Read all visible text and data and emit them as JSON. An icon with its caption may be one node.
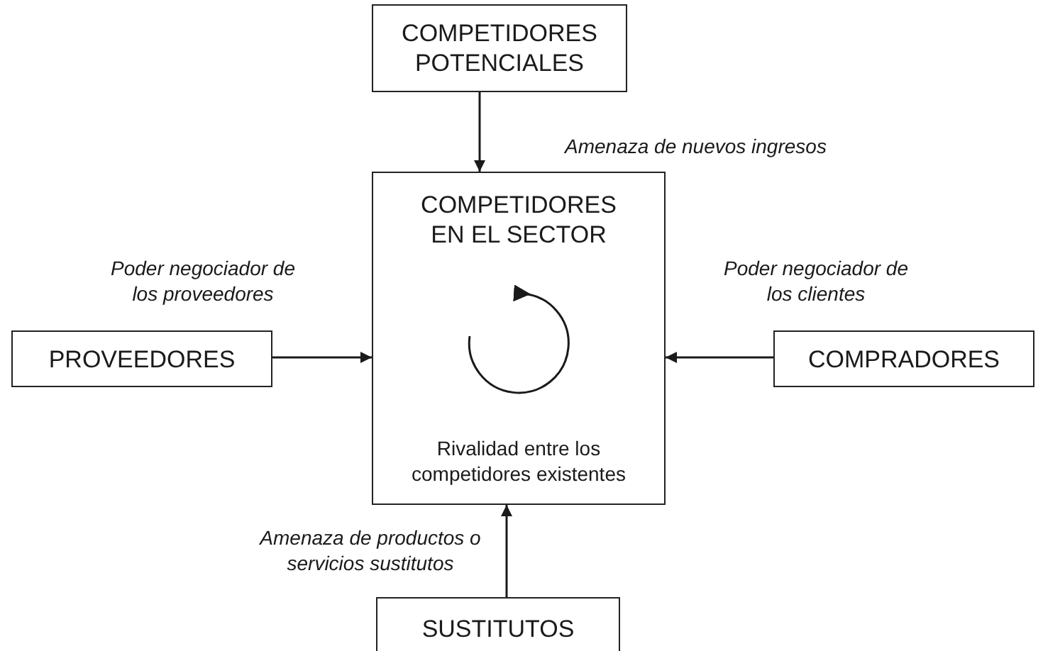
{
  "diagram": {
    "nodes": [
      {
        "text": [
          "COMPETIDORES POTENCIALES"
        ]
      },
      {
        "text": [
          "COMPETIDORES EN EL SECTOR",
          "Rivalidad entre los competidores existentes"
        ]
      },
      {
        "text": [
          "PROVEEDORES"
        ]
      },
      {
        "text": [
          "COMPRADORES"
        ]
      },
      {
        "text": [
          "SUSTITUTOS"
        ]
      }
    ],
    "edges": [
      {
        "from": 0,
        "to": 1,
        "arrow": "to",
        "label": "Amenaza de nuevos ingresos"
      },
      {
        "from": 2,
        "to": 1,
        "arrow": "to",
        "label": "Poder negociador de los proveedores"
      },
      {
        "from": 3,
        "to": 1,
        "arrow": "to",
        "label": "Poder negociador de los clientes"
      },
      {
        "from": 4,
        "to": 1,
        "arrow": "to",
        "label": "Amenaza de productos o servicios sustitutos"
      }
    ]
  }
}
